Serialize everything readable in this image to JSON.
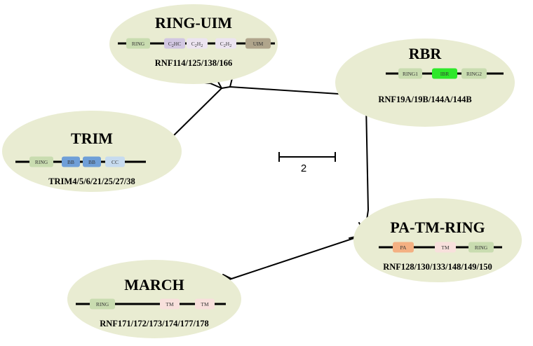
{
  "colors": {
    "ellipse_fill": "#e9ecd2",
    "branch": "#000000",
    "ring": "#c9dcb0",
    "c2hc": "#d2c7e2",
    "c2h2": "#ece4f0",
    "uim": "#b0a58c",
    "ibr": "#2ee82a",
    "bb": "#6f9fd8",
    "cc": "#c7dbef",
    "pa": "#f4b082",
    "tm": "#f8e0dc"
  },
  "scale_bar": {
    "label": "2"
  },
  "families": [
    {
      "id": "ring-uim",
      "name": "RING-UIM",
      "members": "RNF114/125/138/166",
      "domains": [
        {
          "label": "RING",
          "color": "ring"
        },
        {
          "label": "C2HC",
          "color": "c2hc"
        },
        {
          "label": "C2H2",
          "color": "c2h2"
        },
        {
          "label": "C2H2",
          "color": "c2h2"
        },
        {
          "label": "UIM",
          "color": "uim"
        }
      ]
    },
    {
      "id": "rbr",
      "name": "RBR",
      "members": "RNF19A/19B/144A/144B",
      "domains": [
        {
          "label": "RING1",
          "color": "ring"
        },
        {
          "label": "IBR",
          "color": "ibr"
        },
        {
          "label": "RING2",
          "color": "ring"
        }
      ]
    },
    {
      "id": "trim",
      "name": "TRIM",
      "members": "TRIM4/5/6/21/25/27/38",
      "domains": [
        {
          "label": "RING",
          "color": "ring"
        },
        {
          "label": "BB",
          "color": "bb"
        },
        {
          "label": "BB",
          "color": "bb"
        },
        {
          "label": "CC",
          "color": "cc"
        }
      ]
    },
    {
      "id": "pa-tm-ring",
      "name": "PA-TM-RING",
      "members": "RNF128/130/133/148/149/150",
      "domains": [
        {
          "label": "PA",
          "color": "pa"
        },
        {
          "label": "TM",
          "color": "tm"
        },
        {
          "label": "RING",
          "color": "ring"
        }
      ]
    },
    {
      "id": "march",
      "name": "MARCH",
      "members": "RNF171/172/173/174/177/178",
      "domains": [
        {
          "label": "RING",
          "color": "ring"
        },
        {
          "label": "TM",
          "color": "tm"
        },
        {
          "label": "TM",
          "color": "tm"
        }
      ]
    }
  ]
}
